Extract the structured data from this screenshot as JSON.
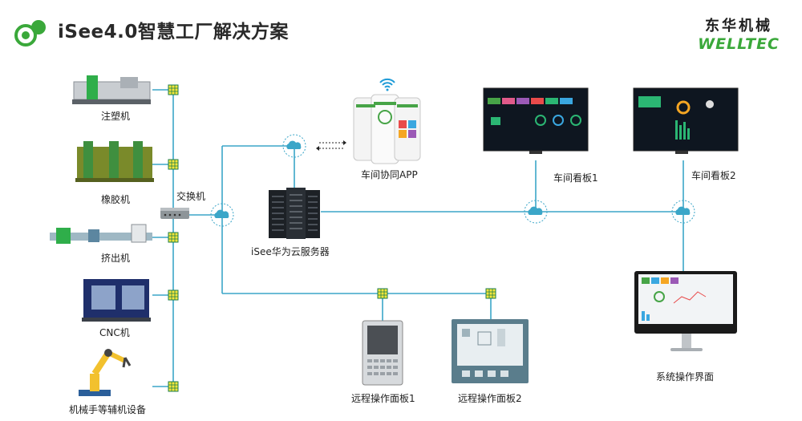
{
  "header": {
    "title": "iSee4.0智慧工厂解决方案",
    "brand_cn": "东华机械",
    "brand_en": "WELLTEC",
    "accent_green": "#3aa83a",
    "line_blue": "#3ba6c8"
  },
  "machines": [
    {
      "label": "注塑机",
      "icon": "injection-molding-machine-icon"
    },
    {
      "label": "橡胶机",
      "icon": "rubber-machine-icon"
    },
    {
      "label": "挤出机",
      "icon": "extruder-icon"
    },
    {
      "label": "CNC机",
      "icon": "cnc-machine-icon"
    },
    {
      "label": "机械手等辅机设备",
      "icon": "robot-arm-icon"
    }
  ],
  "switch": {
    "label": "交换机",
    "icon": "network-switch-icon"
  },
  "server": {
    "label": "iSee华为云服务器",
    "icon": "server-rack-icon"
  },
  "app": {
    "label": "车间协同APP",
    "icon": "smartphone-app-icon"
  },
  "boards": [
    {
      "label": "车间看板1",
      "icon": "dashboard-screen-icon"
    },
    {
      "label": "车间看板2",
      "icon": "dashboard-screen-icon"
    }
  ],
  "system_ui": {
    "label": "系统操作界面",
    "icon": "desktop-monitor-icon"
  },
  "panels": [
    {
      "label": "远程操作面板1",
      "icon": "control-panel-icon"
    },
    {
      "label": "远程操作面板2",
      "icon": "touch-panel-icon"
    }
  ]
}
